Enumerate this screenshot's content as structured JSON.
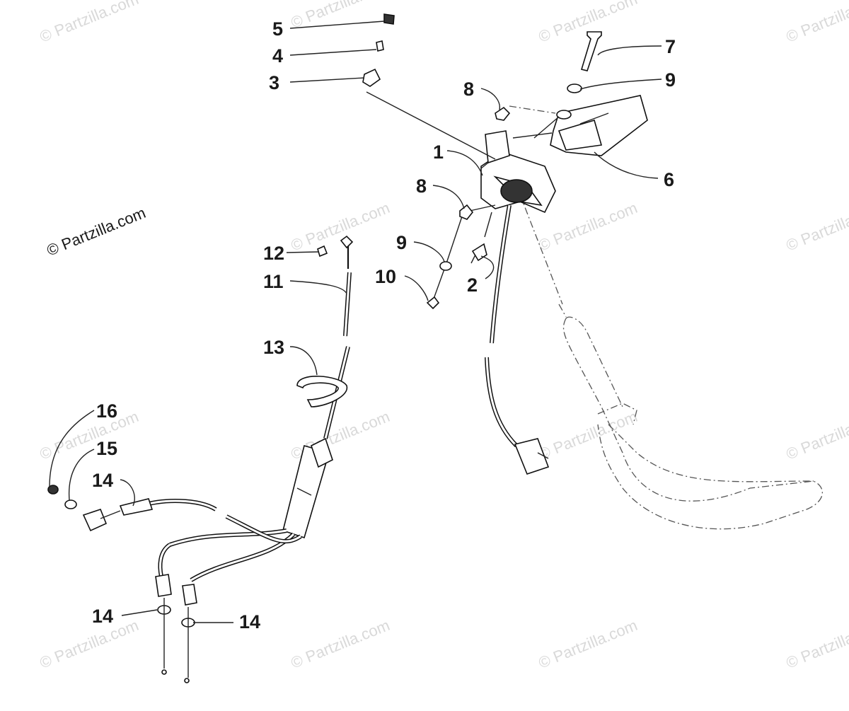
{
  "diagram": {
    "watermark_text": "© Partzilla.com",
    "brand_watermark": "© Partzilla.com",
    "callouts": {
      "c1": "1",
      "c2": "2",
      "c3": "3",
      "c4": "4",
      "c5": "5",
      "c6": "6",
      "c7": "7",
      "c8a": "8",
      "c8b": "8",
      "c9a": "9",
      "c9b": "9",
      "c10": "10",
      "c11": "11",
      "c12": "12",
      "c13": "13",
      "c14a": "14",
      "c14b": "14",
      "c14c": "14",
      "c15": "15",
      "c16": "16"
    }
  }
}
